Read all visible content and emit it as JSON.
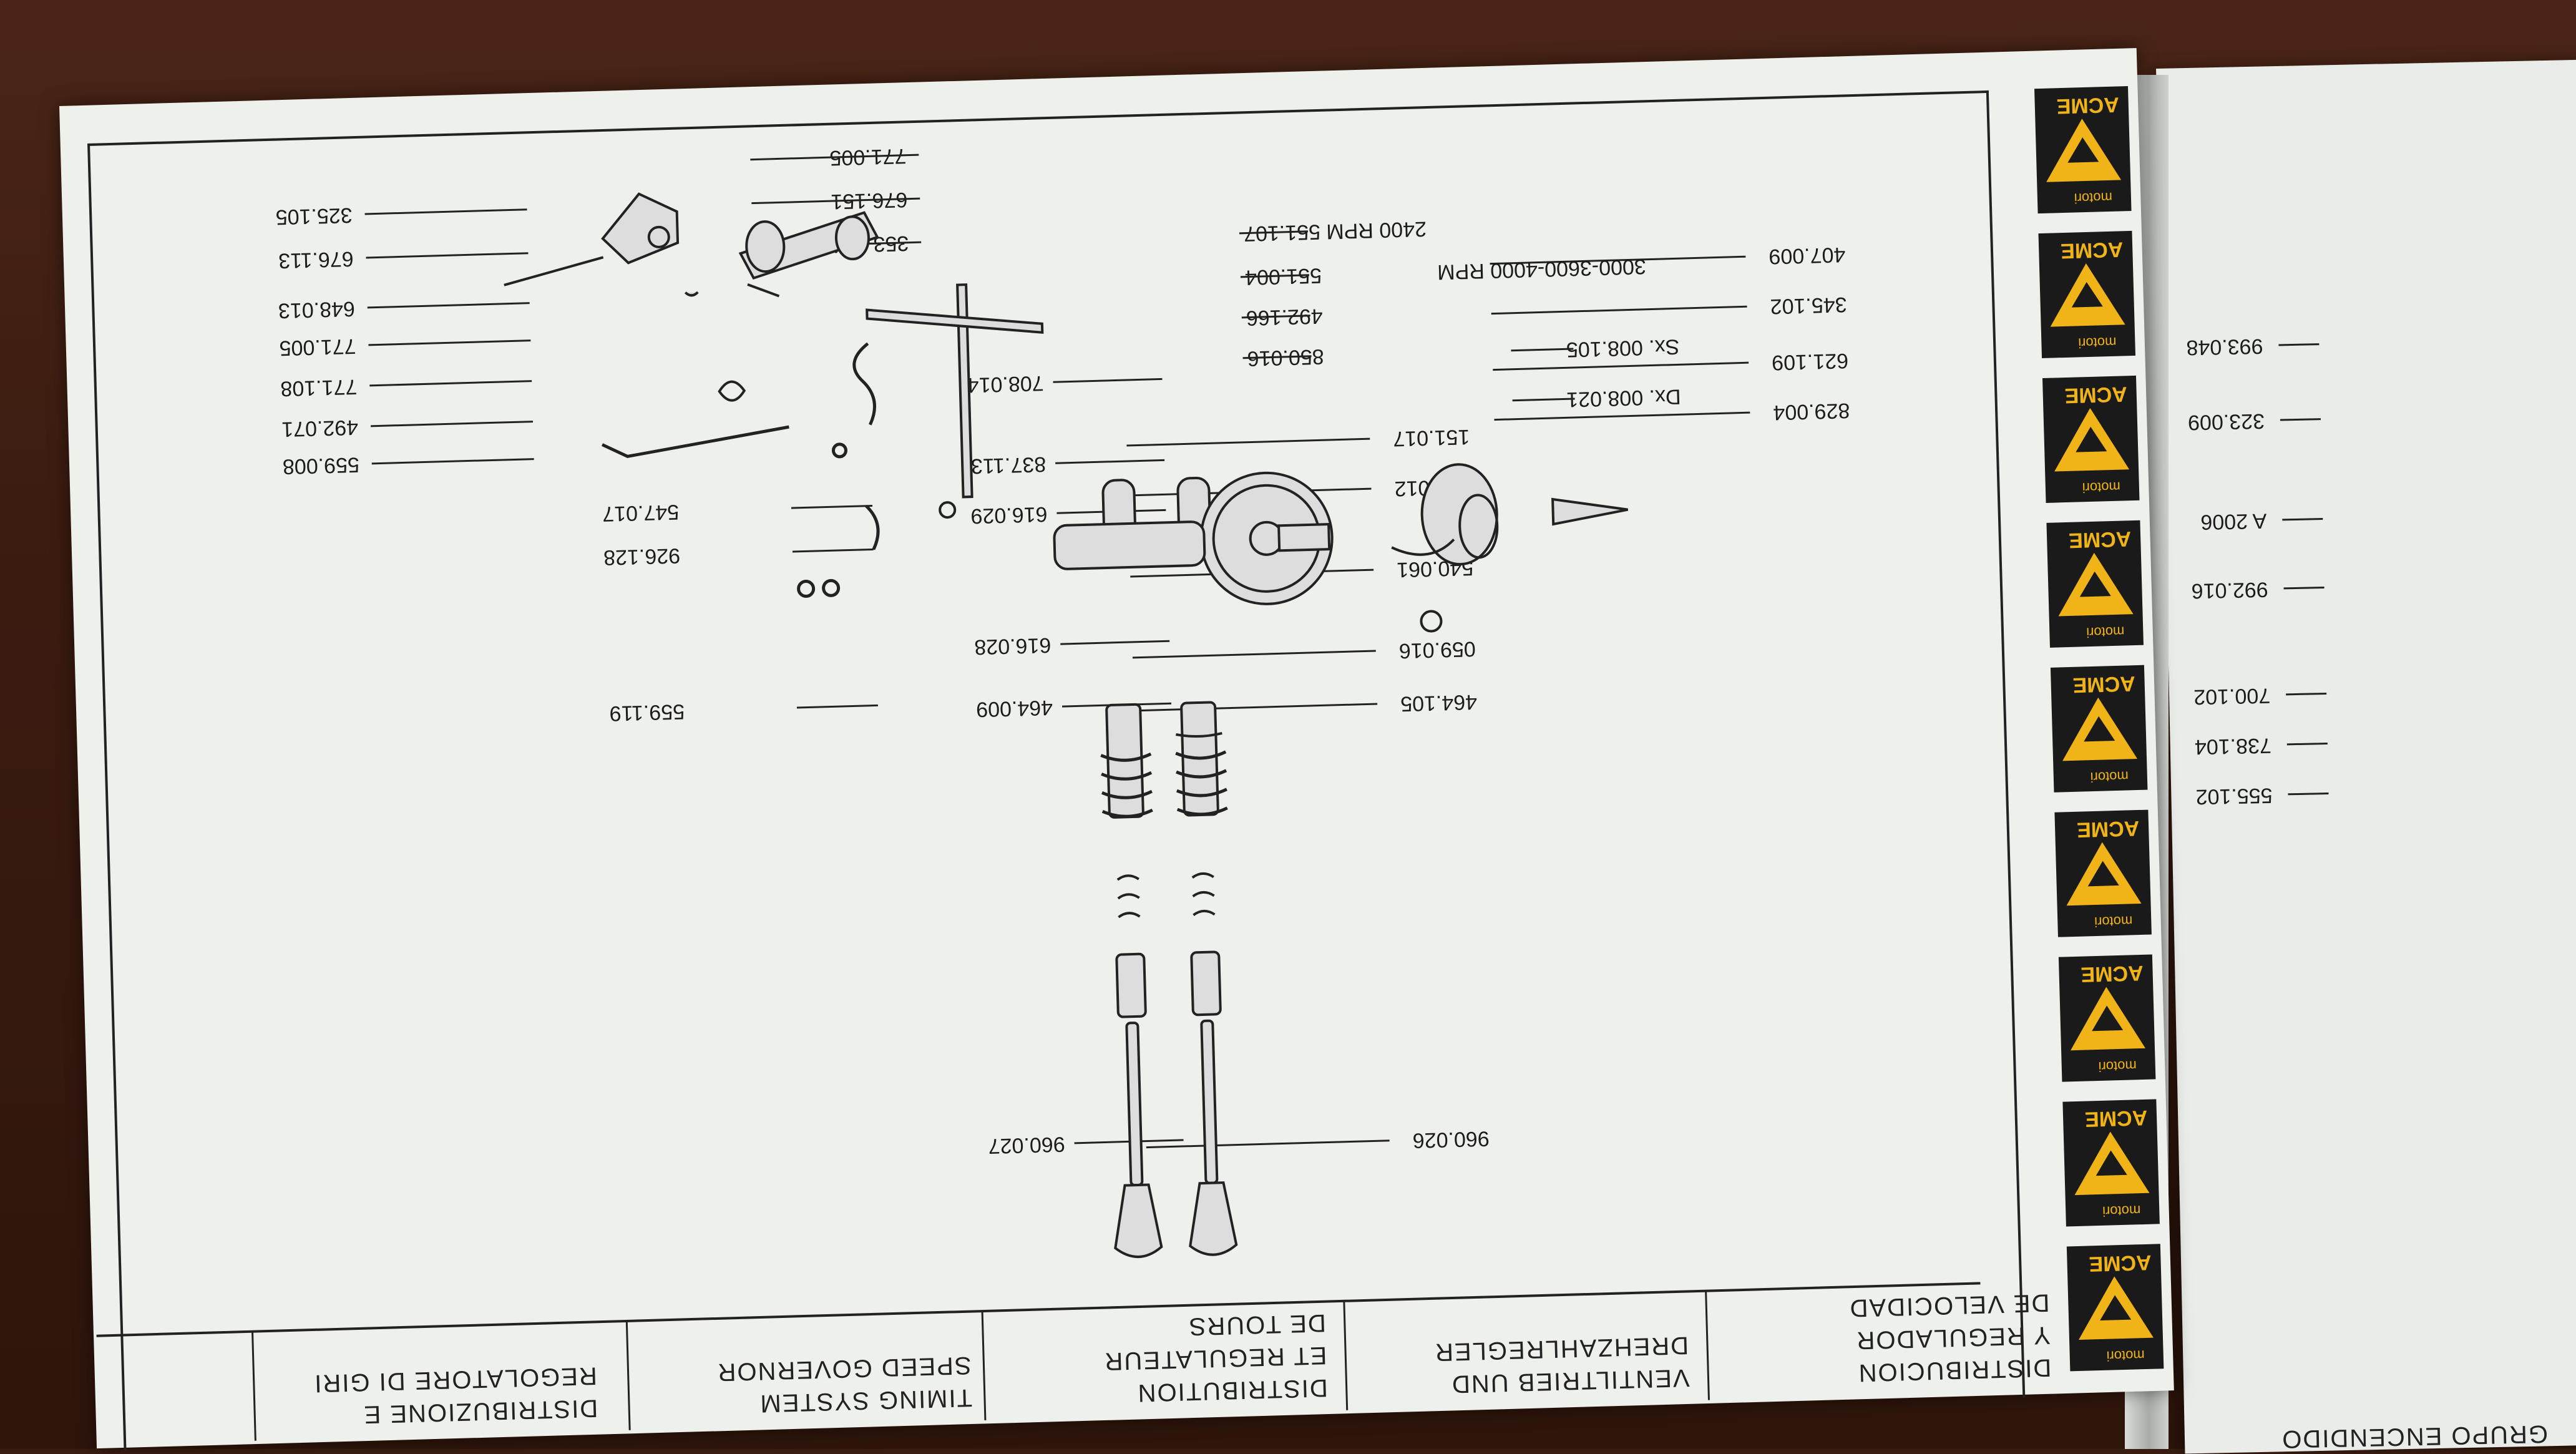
{
  "titles": [
    "DISTRIBUZIONE E\nREGOLATORE DI GIRI",
    "TIMING SYSTEM\nSPEED GOVERNOR",
    "DISTRIBUTION\nET REGULATEUR\nDE TOURS",
    "VENTILTRIEB UND\nDREHZAHLREGLER",
    "DISTRIBUCION\nY REGULADOR\nDE VELOCIDAD"
  ],
  "right_page_title": "GRUPO ENCENDIDO",
  "logo_text": {
    "line1": "ACME",
    "line2": "motori"
  },
  "logo_colors": {
    "black": "#1a1a1a",
    "yellow": "#f0b418"
  },
  "rpm": {
    "rpm_a": "2400 RPM",
    "rpm_b": "3000-3600-4000 RPM"
  },
  "parts_left": [
    "325.105",
    "676.113",
    "648.013",
    "771.005",
    "771.108",
    "492.071",
    "559.008"
  ],
  "parts_top": [
    "771.005",
    "676.151",
    "353.134"
  ],
  "parts_governor": [
    "551.107",
    "551.004",
    "492.166",
    "850.016"
  ],
  "parts_cam": [
    "Sx. 008.105",
    "Dx. 008.021"
  ],
  "parts_mid": [
    "547.017",
    "926.128",
    "559.119"
  ],
  "parts_valve_right": [
    "407.009",
    "345.102",
    "621.109",
    "829.004"
  ],
  "parts_valve_a": [
    "708.014",
    "837.113",
    "616.029",
    "616.028",
    "464.009",
    "960.027"
  ],
  "parts_valve_b": [
    "151.017",
    "837.012",
    "540.061",
    "059.016",
    "464.105",
    "960.026"
  ],
  "parts_right_page": [
    "993.048",
    "323.009",
    "A 2006",
    "992.016",
    "700.102",
    "738.104",
    "555.102"
  ]
}
